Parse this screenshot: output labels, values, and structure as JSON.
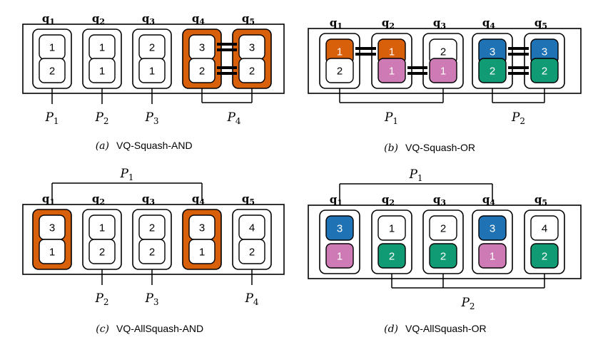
{
  "colors": {
    "orange": "#D9600B",
    "pink": "#CE7BB5",
    "blue": "#1F73B5",
    "green": "#109B74",
    "white": "#FFFFFF",
    "line": "#000000"
  },
  "panels": [
    {
      "id": "a",
      "letter": "(a)",
      "caption": "VQ-Squash-AND",
      "qubits": [
        {
          "label": "q",
          "sub": "1",
          "fill": "white",
          "cells": [
            {
              "v": "1",
              "c": "white"
            },
            {
              "v": "2",
              "c": "white"
            }
          ]
        },
        {
          "label": "q",
          "sub": "2",
          "fill": "white",
          "cells": [
            {
              "v": "1",
              "c": "white"
            },
            {
              "v": "1",
              "c": "white"
            }
          ]
        },
        {
          "label": "q",
          "sub": "3",
          "fill": "white",
          "cells": [
            {
              "v": "2",
              "c": "white"
            },
            {
              "v": "1",
              "c": "white"
            }
          ]
        },
        {
          "label": "q",
          "sub": "4",
          "fill": "orange",
          "cells": [
            {
              "v": "3",
              "c": "white"
            },
            {
              "v": "2",
              "c": "white"
            }
          ]
        },
        {
          "label": "q",
          "sub": "5",
          "fill": "orange",
          "cells": [
            {
              "v": "3",
              "c": "white"
            },
            {
              "v": "2",
              "c": "white"
            }
          ]
        }
      ],
      "links": [
        {
          "from": 3,
          "to": 4,
          "rows": [
            0,
            1
          ]
        }
      ],
      "params": [
        {
          "label": "P",
          "sub": "1",
          "qubits": [
            0
          ],
          "side": "bottom"
        },
        {
          "label": "P",
          "sub": "2",
          "qubits": [
            1
          ],
          "side": "bottom"
        },
        {
          "label": "P",
          "sub": "3",
          "qubits": [
            2
          ],
          "side": "bottom"
        },
        {
          "label": "P",
          "sub": "4",
          "qubits": [
            3,
            4
          ],
          "side": "bottom"
        }
      ]
    },
    {
      "id": "b",
      "letter": "(b)",
      "caption": "VQ-Squash-OR",
      "qubits": [
        {
          "label": "q",
          "sub": "1",
          "fill": "white",
          "cells": [
            {
              "v": "1",
              "c": "orange"
            },
            {
              "v": "2",
              "c": "white"
            }
          ]
        },
        {
          "label": "q",
          "sub": "2",
          "fill": "white",
          "cells": [
            {
              "v": "1",
              "c": "orange"
            },
            {
              "v": "1",
              "c": "pink"
            }
          ]
        },
        {
          "label": "q",
          "sub": "3",
          "fill": "white",
          "cells": [
            {
              "v": "2",
              "c": "white"
            },
            {
              "v": "1",
              "c": "pink"
            }
          ]
        },
        {
          "label": "q",
          "sub": "4",
          "fill": "white",
          "cells": [
            {
              "v": "3",
              "c": "blue"
            },
            {
              "v": "2",
              "c": "green"
            }
          ]
        },
        {
          "label": "q",
          "sub": "5",
          "fill": "white",
          "cells": [
            {
              "v": "3",
              "c": "blue"
            },
            {
              "v": "2",
              "c": "green"
            }
          ]
        }
      ],
      "links": [
        {
          "from": 0,
          "to": 1,
          "rows": [
            0
          ]
        },
        {
          "from": 1,
          "to": 2,
          "rows": [
            1
          ]
        },
        {
          "from": 3,
          "to": 4,
          "rows": [
            0,
            1
          ]
        }
      ],
      "params": [
        {
          "label": "P",
          "sub": "1",
          "qubits": [
            0,
            2
          ],
          "side": "bottom"
        },
        {
          "label": "P",
          "sub": "2",
          "qubits": [
            3,
            4
          ],
          "side": "bottom"
        }
      ]
    },
    {
      "id": "c",
      "letter": "(c)",
      "caption": "VQ-AllSquash-AND",
      "qubits": [
        {
          "label": "q",
          "sub": "1",
          "fill": "orange",
          "cells": [
            {
              "v": "3",
              "c": "white"
            },
            {
              "v": "1",
              "c": "white"
            }
          ]
        },
        {
          "label": "q",
          "sub": "2",
          "fill": "white",
          "cells": [
            {
              "v": "1",
              "c": "white"
            },
            {
              "v": "2",
              "c": "white"
            }
          ]
        },
        {
          "label": "q",
          "sub": "3",
          "fill": "white",
          "cells": [
            {
              "v": "2",
              "c": "white"
            },
            {
              "v": "2",
              "c": "white"
            }
          ]
        },
        {
          "label": "q",
          "sub": "4",
          "fill": "orange",
          "cells": [
            {
              "v": "3",
              "c": "white"
            },
            {
              "v": "1",
              "c": "white"
            }
          ]
        },
        {
          "label": "q",
          "sub": "5",
          "fill": "white",
          "cells": [
            {
              "v": "4",
              "c": "white"
            },
            {
              "v": "2",
              "c": "white"
            }
          ]
        }
      ],
      "links": [],
      "params": [
        {
          "label": "P",
          "sub": "1",
          "qubits": [
            0,
            3
          ],
          "side": "top"
        },
        {
          "label": "P",
          "sub": "2",
          "qubits": [
            1
          ],
          "side": "bottom"
        },
        {
          "label": "P",
          "sub": "3",
          "qubits": [
            2
          ],
          "side": "bottom"
        },
        {
          "label": "P",
          "sub": "4",
          "qubits": [
            4
          ],
          "side": "bottom"
        }
      ]
    },
    {
      "id": "d",
      "letter": "(d)",
      "caption": "VQ-AllSquash-OR",
      "qubits": [
        {
          "label": "q",
          "sub": "1",
          "fill": "white",
          "cells": [
            {
              "v": "3",
              "c": "blue"
            },
            {
              "v": "1",
              "c": "pink"
            }
          ]
        },
        {
          "label": "q",
          "sub": "2",
          "fill": "white",
          "cells": [
            {
              "v": "1",
              "c": "white"
            },
            {
              "v": "2",
              "c": "green"
            }
          ]
        },
        {
          "label": "q",
          "sub": "3",
          "fill": "white",
          "cells": [
            {
              "v": "2",
              "c": "white"
            },
            {
              "v": "2",
              "c": "green"
            }
          ]
        },
        {
          "label": "q",
          "sub": "4",
          "fill": "white",
          "cells": [
            {
              "v": "3",
              "c": "blue"
            },
            {
              "v": "1",
              "c": "pink"
            }
          ]
        },
        {
          "label": "q",
          "sub": "5",
          "fill": "white",
          "cells": [
            {
              "v": "4",
              "c": "white"
            },
            {
              "v": "2",
              "c": "green"
            }
          ]
        }
      ],
      "links": [],
      "params": [
        {
          "label": "P",
          "sub": "1",
          "qubits": [
            0,
            3
          ],
          "side": "top"
        },
        {
          "label": "P",
          "sub": "2",
          "qubits": [
            1,
            2,
            4
          ],
          "side": "bottom"
        }
      ]
    }
  ]
}
